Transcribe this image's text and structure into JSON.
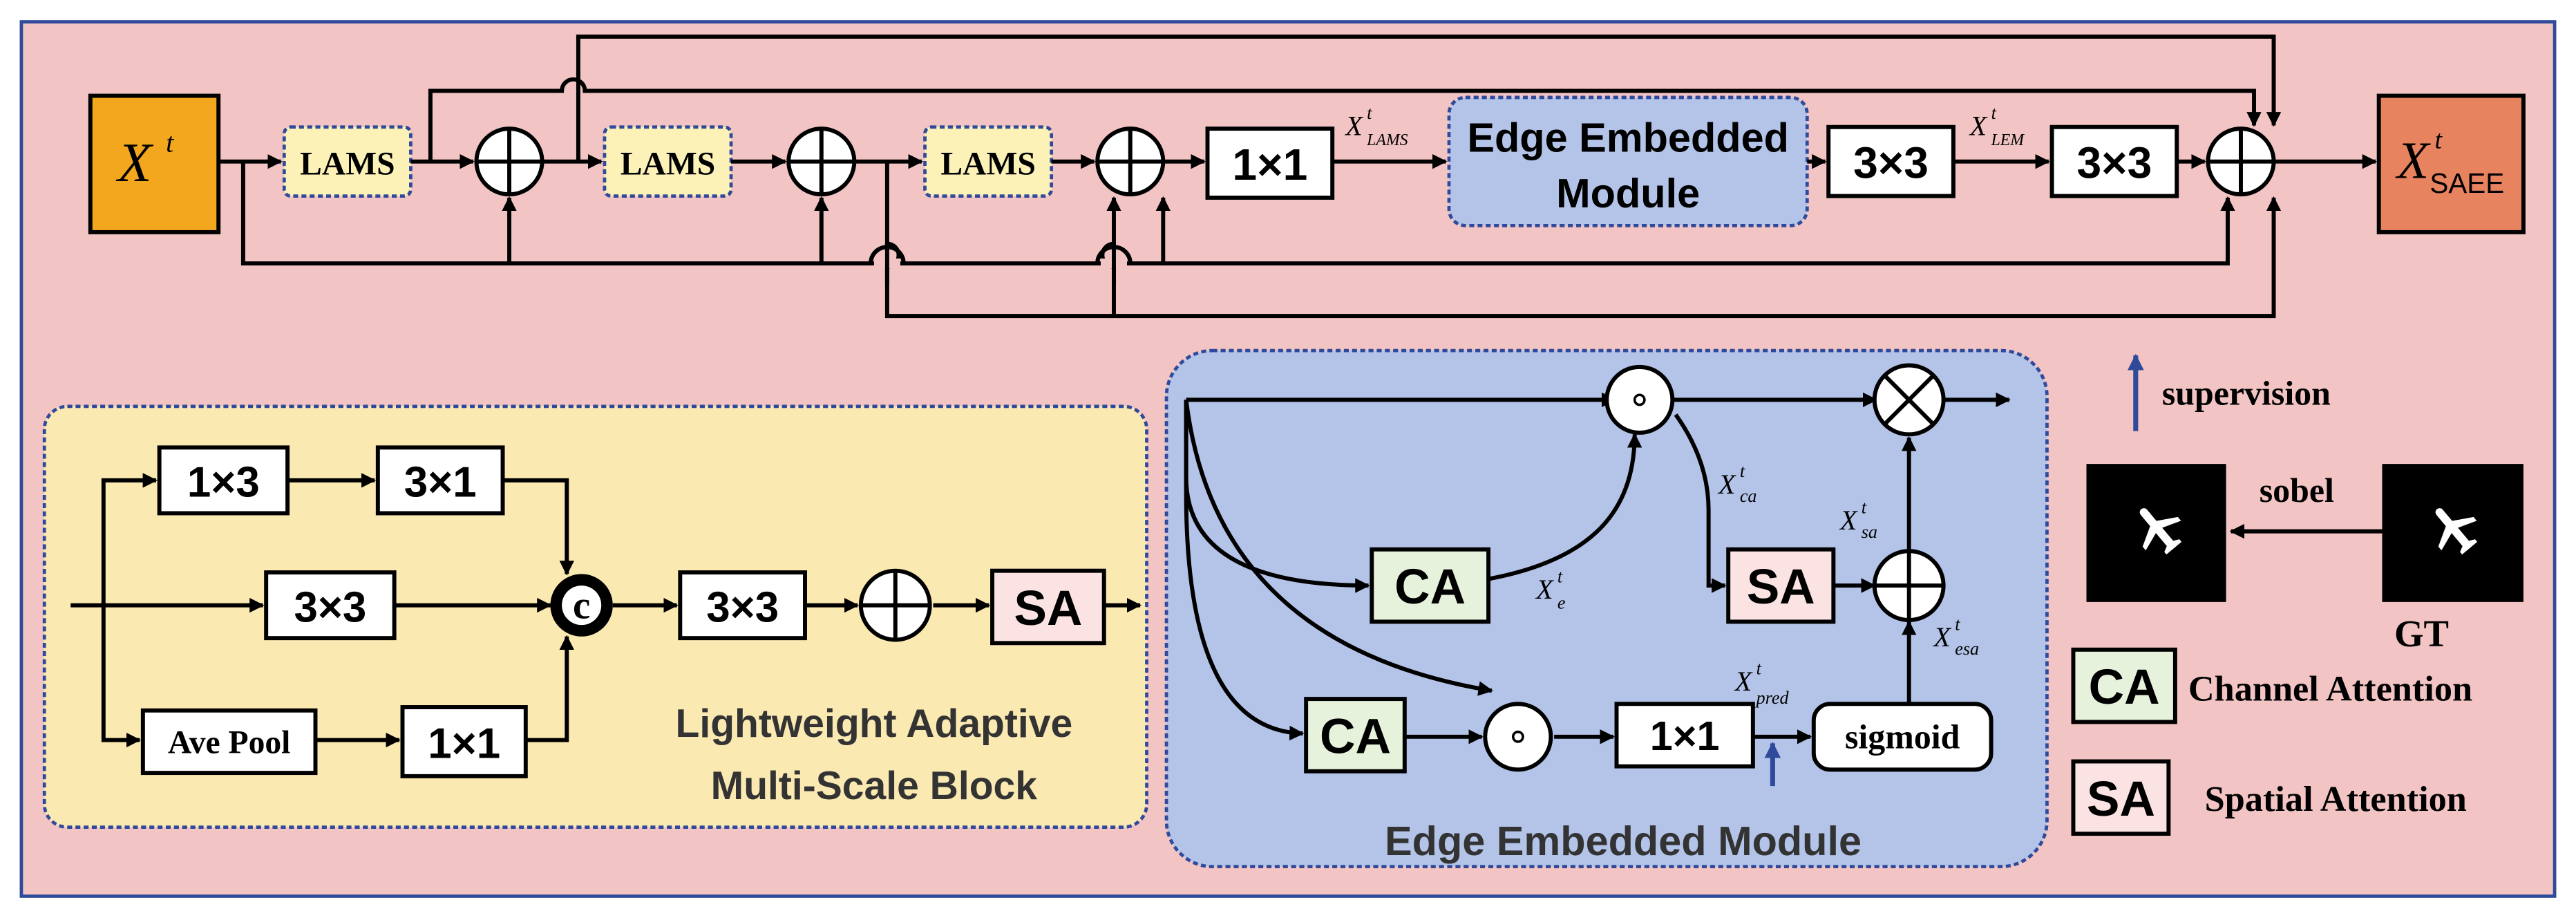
{
  "colors": {
    "background": "#f2c4c4",
    "frame": "#2f4a9a",
    "input_block": "#f3a71e",
    "output_block": "#e8835f",
    "lams_fill": "#fcf2b8",
    "eem_fill": "#b3c4e8",
    "lams_panel": "#fbe9b2",
    "ca_fill": "#e6f2dc",
    "sa_fill": "#fbe3e3",
    "supervision_arrow": "#2f4a9a"
  },
  "top": {
    "input": {
      "base": "X",
      "sup": "t"
    },
    "lams_label": "LAMS",
    "conv1x1": "1×1",
    "x_lams": {
      "base": "X",
      "sup": "t",
      "sub": "LAMS"
    },
    "eem_line1": "Edge Embedded",
    "eem_line2": "Module",
    "conv3x3": "3×3",
    "x_lem": {
      "base": "X",
      "sup": "t",
      "sub": "LEM"
    },
    "output": {
      "base": "X",
      "sup": "t",
      "sub": "SAEE"
    }
  },
  "lams_block": {
    "k13": "1×3",
    "k31": "3×1",
    "k33": "3×3",
    "avepool": "Ave Pool",
    "k11": "1×1",
    "concat": "c",
    "k33b": "3×3",
    "sa": "SA",
    "title_line1": "Lightweight Adaptive",
    "title_line2": "Multi-Scale Block"
  },
  "eem_block": {
    "ca": "CA",
    "sa": "SA",
    "hadamard": "∘",
    "conv": "1×1",
    "sigmoid": "sigmoid",
    "x_ca": {
      "base": "X",
      "sup": "t",
      "sub": "ca"
    },
    "x_e": {
      "base": "X",
      "sup": "t",
      "sub": "e"
    },
    "x_sa": {
      "base": "X",
      "sup": "t",
      "sub": "sa"
    },
    "x_esa": {
      "base": "X",
      "sup": "t",
      "sub": "esa"
    },
    "x_pred": {
      "base": "X",
      "sup": "t",
      "sub": "pred"
    },
    "title": "Edge Embedded Module"
  },
  "legend": {
    "supervision": "supervision",
    "sobel": "sobel",
    "gt": "GT",
    "ca": "CA",
    "ca_desc": "Channel Attention",
    "sa": "SA",
    "sa_desc": "Spatial Attention",
    "plane_icon": "airplane-icon"
  }
}
